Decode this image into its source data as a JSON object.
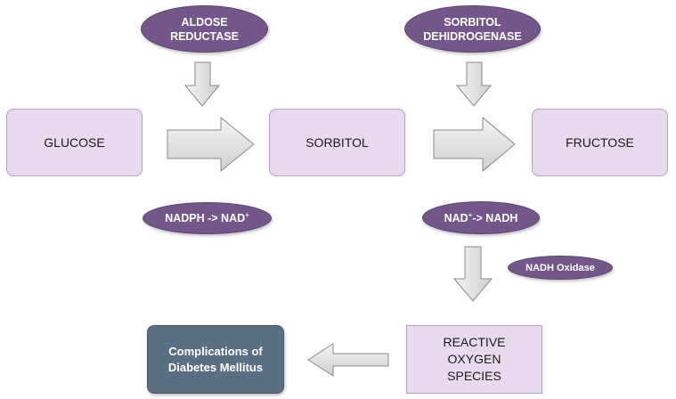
{
  "nodes": {
    "glucose": "GLUCOSE",
    "sorbitol": "SORBITOL",
    "fructose": "FRUCTOSE",
    "ros": "REACTIVE OXYGEN SPECIES",
    "complications": "Complications of Diabetes Mellitus"
  },
  "enzymes": {
    "aldose_reductase": "ALDOSE REDUCTASE",
    "sorbitol_dehydrogenase": "SORBITOL DEHIDROGENASE",
    "nadh_oxidase": "NADH Oxidase"
  },
  "cofactors": {
    "step1": {
      "from": "NADPH -> NAD",
      "sup": "+"
    },
    "step2": {
      "from": "NAD",
      "sup": "+",
      "to": " -> NADH"
    }
  },
  "colors": {
    "node_fill": "#e8d9ef",
    "node_border": "#b79fc6",
    "pill_fill": "#74578a",
    "outcome_fill": "#5b6f82",
    "arrow_fill": "#e3e3e3",
    "arrow_stroke": "#8a8a8a"
  }
}
